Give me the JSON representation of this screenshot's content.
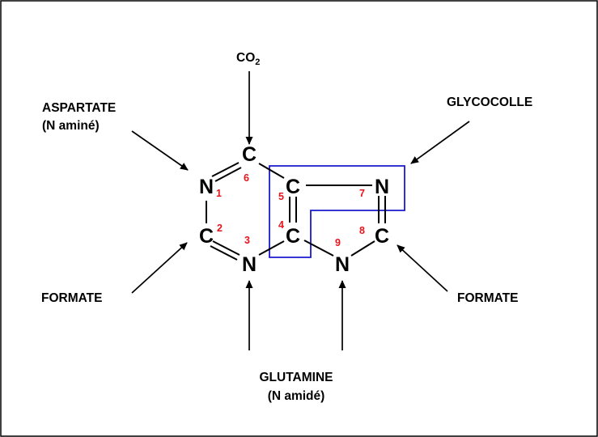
{
  "colors": {
    "atom": "#000000",
    "position_number": "#e8141b",
    "highlight_box": "#1a1acc",
    "frame": "#000000",
    "background": "#ffffff"
  },
  "labels": {
    "co2_main": "CO",
    "co2_sub": "2",
    "aspartate_line1": "ASPARTATE",
    "aspartate_line2": "(N aminé)",
    "glycocolle": "GLYCOCOLLE",
    "formate_left": "FORMATE",
    "formate_right": "FORMATE",
    "glutamine_line1": "GLUTAMINE",
    "glutamine_line2": "(N amidé)"
  },
  "atoms": {
    "c6": "C",
    "n1": "N",
    "c2": "C",
    "n3": "N",
    "c4": "C",
    "c5": "C",
    "n7": "N",
    "c8": "C",
    "n9": "N"
  },
  "positions": {
    "p1": "1",
    "p2": "2",
    "p3": "3",
    "p4": "4",
    "p5": "5",
    "p6": "6",
    "p7": "7",
    "p8": "8",
    "p9": "9"
  }
}
